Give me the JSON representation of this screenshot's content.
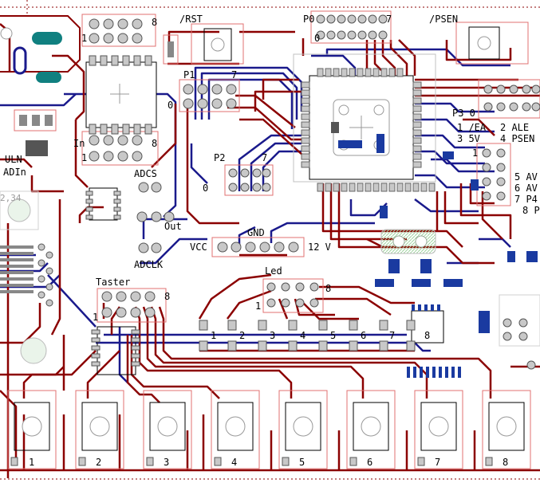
{
  "colors": {
    "background": "#ffffff",
    "top_trace": "#8b0000",
    "bottom_trace": "#1a1a8c",
    "pad": "#b0b0b0",
    "outline": "#e07070",
    "smd_blue": "#1a3aa0",
    "text": "#000000"
  },
  "labels": {
    "rst": "/RST",
    "p0": "P0",
    "p0_bit0": "0",
    "p0_bit7": "7",
    "psen_top": "/PSEN",
    "header_top_8": "8",
    "header_top_1": "1",
    "in": "In",
    "in_8": "8",
    "in_1": "1",
    "p1": "P1",
    "p1_7": "7",
    "p1_0": "0",
    "p3_0": "P3 0",
    "ea": "1 /EA",
    "ale": "2 ALE",
    "v5": "3 5V",
    "psen_side": "4 PSEN",
    "p3_1": "1",
    "av5": "5 AV",
    "av6": "6 AV",
    "p47": "7 P4",
    "p8": "8 P",
    "uln": "ULN",
    "adin": "ADIn",
    "adc_small": "2,34",
    "p2": "P2",
    "p2_7": "7",
    "p2_0": "0",
    "adcs": "ADCS",
    "out": "Out",
    "adclk": "ADCLK",
    "gnd": "GND",
    "vcc": "VCC",
    "v12": "12 V",
    "led": "Led",
    "led_8": "8",
    "led_1": "1",
    "taster": "Taster",
    "taster_8": "8",
    "taster_1": "1",
    "led_num": [
      "1",
      "2",
      "3",
      "4",
      "5",
      "6",
      "7",
      "8"
    ],
    "btn_num": [
      "1",
      "2",
      "3",
      "4",
      "5",
      "6",
      "7",
      "8"
    ]
  }
}
